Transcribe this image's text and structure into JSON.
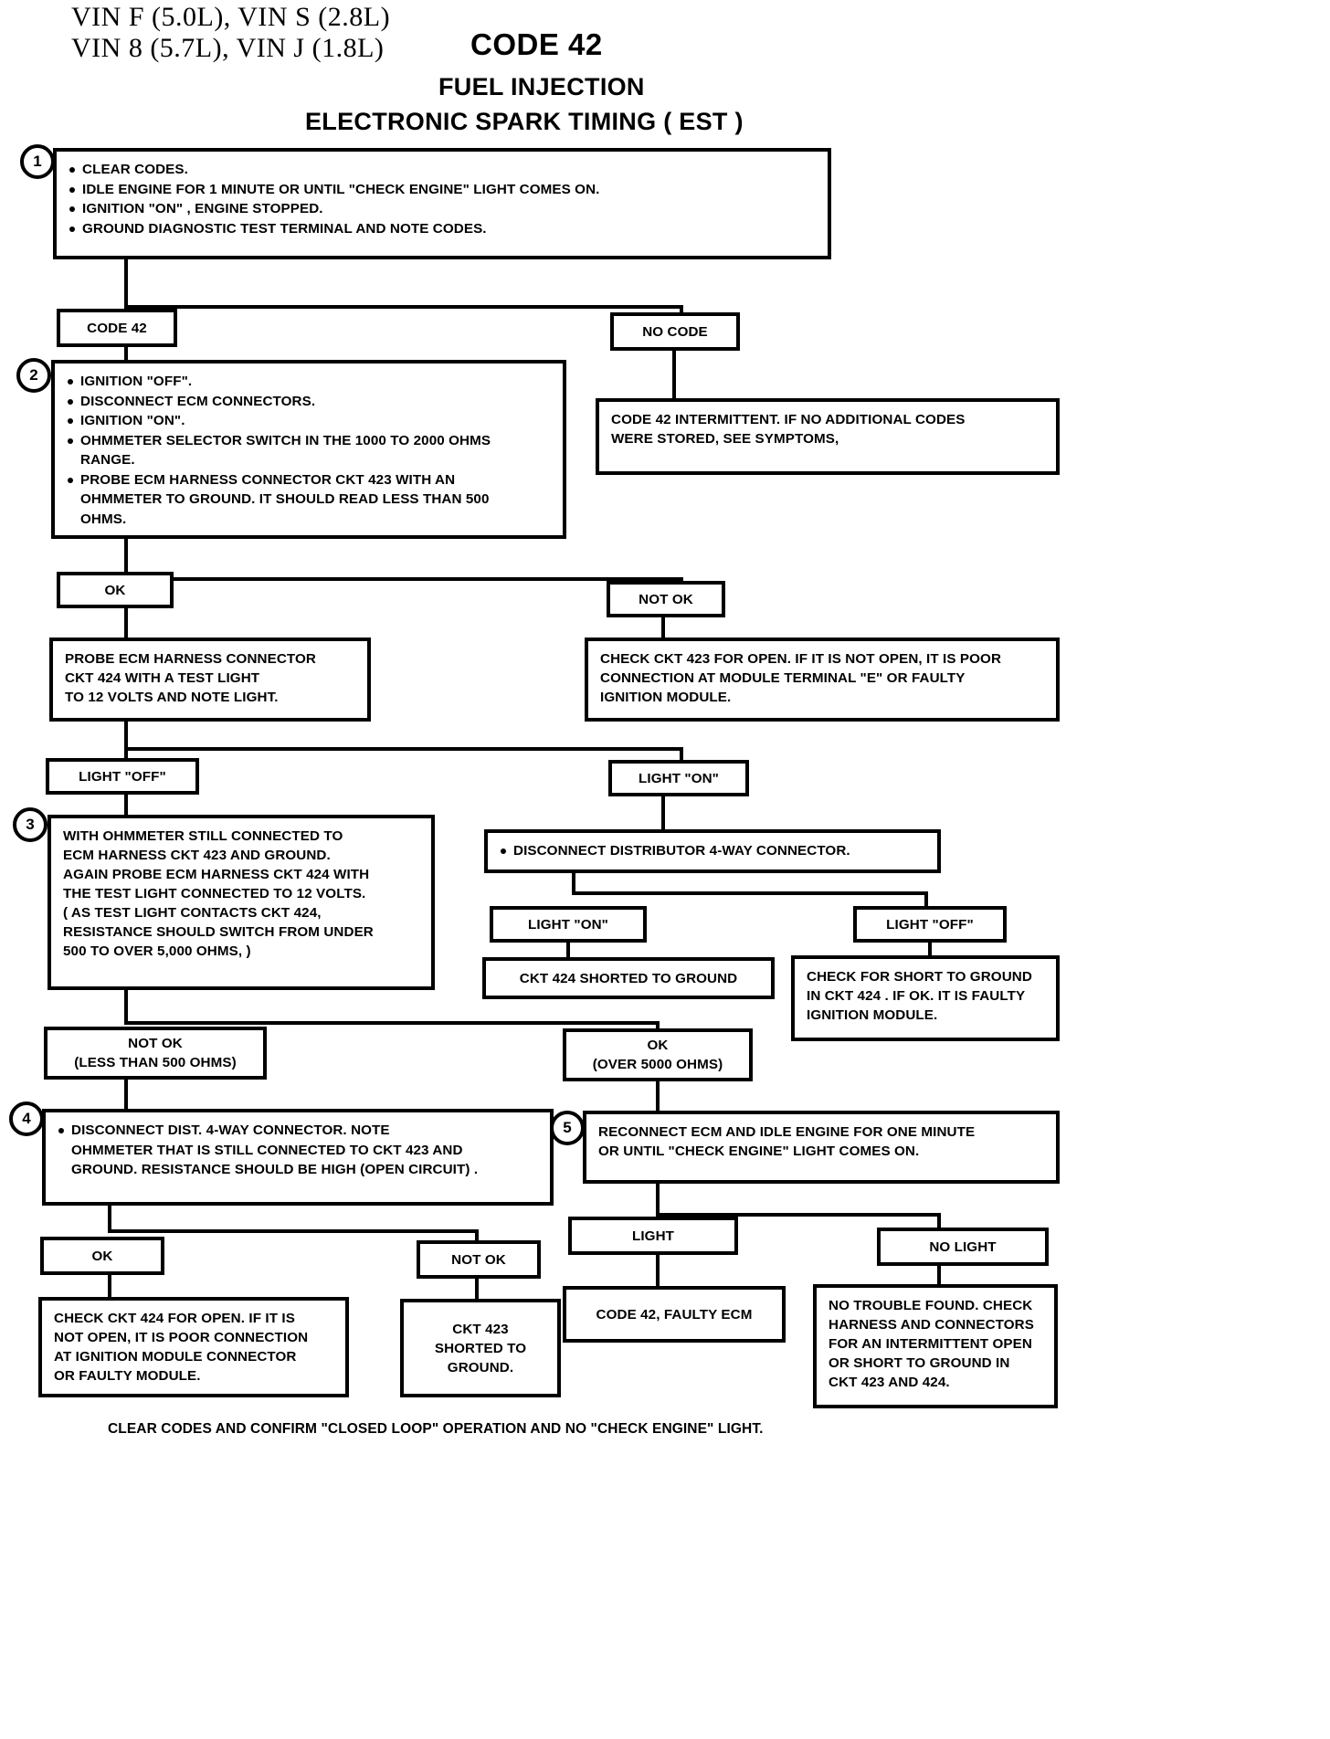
{
  "header": {
    "vin_line_1": "VIN  F  (5.0L),  VIN  S  (2.8L)",
    "vin_line_2": "VIN  8  (5.7L),  VIN  J  (1.8L)",
    "code_title": "CODE 42",
    "subtitle_1": "FUEL INJECTION",
    "subtitle_2": "ELECTRONIC SPARK TIMING  ( EST )"
  },
  "steps": {
    "s1": "1",
    "s2": "2",
    "s3": "3",
    "s4": "4",
    "s5": "5"
  },
  "boxes": {
    "step1": {
      "bullets": [
        "CLEAR CODES.",
        "IDLE ENGINE FOR 1 MINUTE OR UNTIL \"CHECK ENGINE\" LIGHT COMES ON.",
        "IGNITION \"ON\" , ENGINE STOPPED.",
        "GROUND DIAGNOSTIC TEST TERMINAL AND NOTE CODES."
      ]
    },
    "code42_label": "CODE 42",
    "no_code_label": "NO CODE",
    "intermittent": "CODE 42 INTERMITTENT. IF NO ADDITIONAL CODES\nWERE STORED, SEE SYMPTOMS,",
    "step2": {
      "bullets": [
        "IGNITION \"OFF\".",
        "DISCONNECT ECM CONNECTORS.",
        "IGNITION \"ON\".",
        "OHMMETER SELECTOR SWITCH IN THE 1000 TO 2000 OHMS\nRANGE.",
        "PROBE ECM HARNESS CONNECTOR CKT 423  WITH AN\nOHMMETER TO GROUND. IT SHOULD READ LESS THAN 500\nOHMS."
      ]
    },
    "ok_label": "OK",
    "not_ok_label": "NOT OK",
    "probe424": "PROBE ECM HARNESS CONNECTOR\nCKT 424  WITH A TEST LIGHT\nTO 12 VOLTS AND NOTE LIGHT.",
    "check423": "CHECK CKT 423 FOR OPEN. IF IT IS NOT OPEN, IT IS POOR\nCONNECTION AT MODULE TERMINAL \"E\" OR FAULTY\nIGNITION MODULE.",
    "light_off_label": "LIGHT \"OFF\"",
    "light_on_label": "LIGHT \"ON\"",
    "step3": "WITH OHMMETER STILL CONNECTED TO\nECM HARNESS CKT 423 AND GROUND.\nAGAIN PROBE ECM HARNESS CKT 424 WITH\nTHE TEST LIGHT CONNECTED TO 12 VOLTS.\n( AS TEST LIGHT CONTACTS CKT 424,\nRESISTANCE SHOULD SWITCH FROM UNDER\n500 TO OVER 5,000 OHMS, )",
    "disconnect_dist": "DISCONNECT DISTRIBUTOR 4-WAY CONNECTOR.",
    "light_on_label_2": "LIGHT \"ON\"",
    "light_off_label_2": "LIGHT \"OFF\"",
    "ckt424_shorted": "CKT 424 SHORTED TO GROUND",
    "check_short": "CHECK FOR SHORT TO GROUND\nIN CKT 424 . IF OK. IT IS FAULTY\nIGNITION MODULE.",
    "not_ok_less500": "NOT OK\n(LESS THAN 500 OHMS)",
    "ok_over5000": "OK\n(OVER 5000 OHMS)",
    "step4": "DISCONNECT DIST. 4-WAY CONNECTOR. NOTE\nOHMMETER THAT IS STILL CONNECTED TO CKT 423  AND\nGROUND. RESISTANCE SHOULD BE HIGH (OPEN CIRCUIT) .",
    "step5": "RECONNECT ECM AND IDLE ENGINE FOR ONE MINUTE\nOR UNTIL \"CHECK ENGINE\" LIGHT COMES ON.",
    "ok_label_2": "OK",
    "not_ok_label_2": "NOT OK",
    "check424_open": "CHECK CKT 424 FOR OPEN. IF IT IS\nNOT OPEN, IT IS POOR CONNECTION\nAT IGNITION MODULE CONNECTOR\nOR FAULTY MODULE.",
    "ckt423_shorted": "CKT 423\nSHORTED TO\nGROUND.",
    "light_label": "LIGHT",
    "no_light_label": "NO LIGHT",
    "code42_faulty_ecm": "CODE 42, FAULTY ECM",
    "no_trouble": "NO TROUBLE FOUND. CHECK\nHARNESS AND CONNECTORS\nFOR AN INTERMITTENT OPEN\nOR SHORT TO GROUND IN\nCKT 423 AND 424."
  },
  "footer": {
    "note": "CLEAR CODES AND CONFIRM \"CLOSED LOOP\" OPERATION AND NO \"CHECK ENGINE\" LIGHT."
  },
  "colors": {
    "ink": "#000000",
    "paper": "#ffffff"
  }
}
